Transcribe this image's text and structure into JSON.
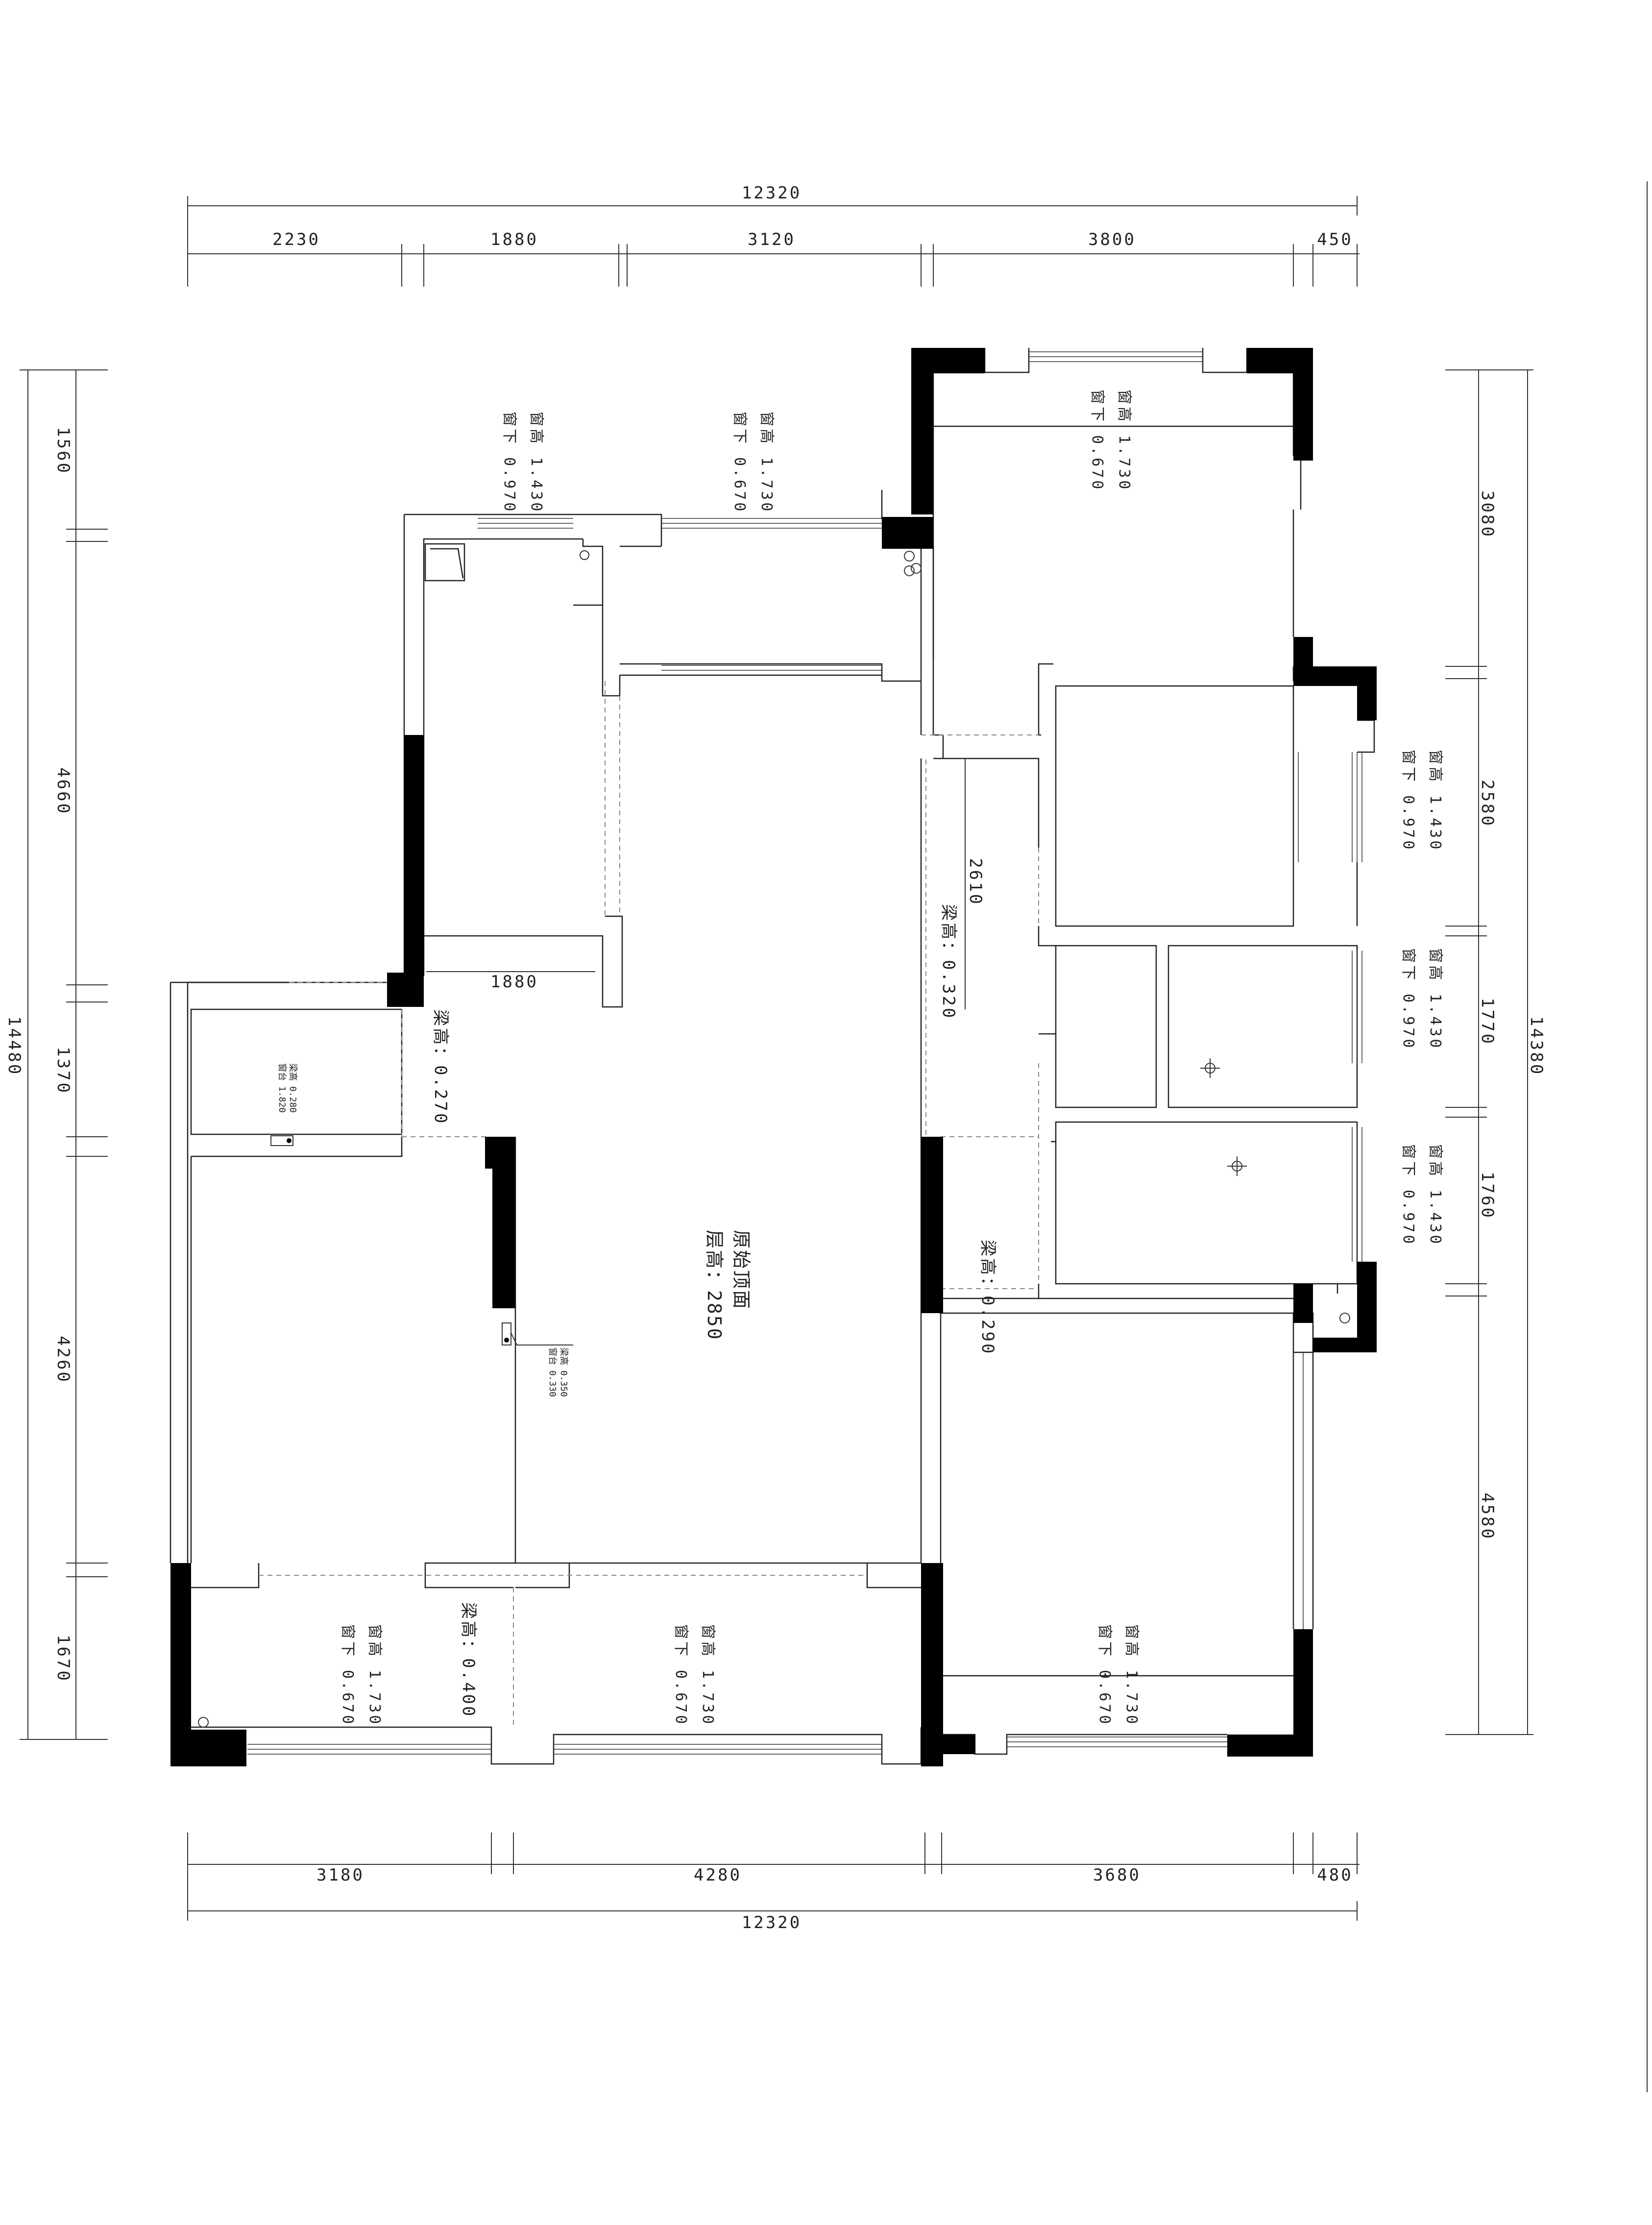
{
  "colors": {
    "wall": "#000000",
    "line": "#222222",
    "background": "#ffffff"
  },
  "dimensions": {
    "top_total": "12320",
    "top_segments": [
      "2230",
      "1880",
      "3120",
      "3800",
      "450"
    ],
    "bottom_total": "12320",
    "bottom_segments": [
      "3180",
      "4280",
      "3680",
      "480"
    ],
    "left_total": "14480",
    "left_segments": [
      "1560",
      "4660",
      "1370",
      "4260",
      "1670"
    ],
    "right_total": "14380",
    "right_segments": [
      "3080",
      "2580",
      "1770",
      "1760",
      "4580"
    ],
    "inner": [
      "1880",
      "2610"
    ]
  },
  "windows": [
    {
      "label": "窗高 1.430",
      "sill": "窗下 0.970"
    },
    {
      "label": "窗高 1.730",
      "sill": "窗下 0.670"
    },
    {
      "label": "窗高 1.730",
      "sill": "窗下 0.670"
    },
    {
      "label": "窗高 1.430",
      "sill": "窗下 0.970"
    },
    {
      "label": "窗高 1.430",
      "sill": "窗下 0.970"
    },
    {
      "label": "窗高 1.430",
      "sill": "窗下 0.970"
    },
    {
      "label": "窗高 1.730",
      "sill": "窗下 0.670"
    },
    {
      "label": "窗高 1.730",
      "sill": "窗下 0.670"
    },
    {
      "label": "窗高 1.730",
      "sill": "窗下 0.670"
    }
  ],
  "beams": [
    "梁高：0.270",
    "梁高：0.320",
    "梁高：0.290",
    "梁高：0.400"
  ],
  "ceiling": {
    "title": "原始顶面",
    "height": "层高：2850"
  },
  "small_notes": {
    "left_a": "梁高 0.280",
    "left_b": "窗台 1.820",
    "mid_a": "梁高 0.350",
    "mid_b": "窗台 0.330"
  }
}
